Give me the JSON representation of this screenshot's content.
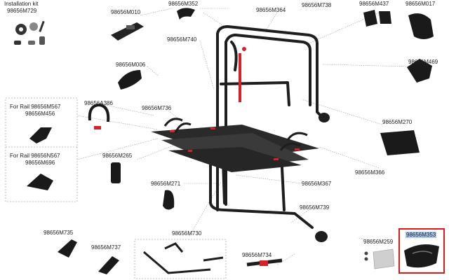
{
  "parts": {
    "installation_kit": "Installation kit",
    "m729": "98656M729",
    "m010": "98656M010",
    "m352": "98656M352",
    "m364": "98656M364",
    "m738": "98656M738",
    "m437": "98656M437",
    "m017": "98656M017",
    "m740": "98656M740",
    "m006": "98656M006",
    "m469": "98656M469",
    "rail_m567": "For Rail 98656M567",
    "m456": "98656M456",
    "a386": "98656A386",
    "m736": "98656M736",
    "m270": "98656M270",
    "m366": "98656M366",
    "rail_n567": "For Rail 98656N567",
    "m696": "98656M696",
    "m265": "98656M265",
    "m271": "98656M271",
    "m367": "98656M367",
    "m739": "98656M739",
    "m735": "98656M735",
    "m730": "98656M730",
    "m737": "98656M737",
    "m734": "98656M734",
    "m259": "98656M259",
    "m353": "98656M353"
  },
  "colors": {
    "frame": "#1e1e1e",
    "accent": "#d6202a",
    "highlight_box": "#e01818",
    "selection": "#a8c8f0",
    "leader_line": "#9a9a9a"
  }
}
